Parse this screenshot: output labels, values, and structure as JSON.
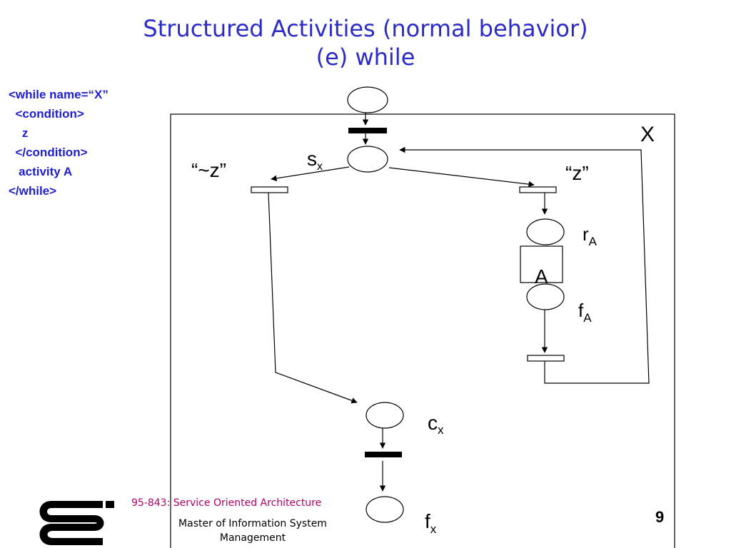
{
  "slide": {
    "title_line1": "Structured Activities (normal behavior)",
    "title_line2": "(e) while",
    "code_lines": [
      "<while name=“X”",
      "  <condition>",
      "    z",
      "  </condition>",
      "   activity A",
      "</while>"
    ],
    "footer_course": "95-843: Service Oriented Architecture",
    "footer_program": "Master of Information System Management",
    "page_number": "9"
  },
  "diagram": {
    "scope_label": "X",
    "not_z_label": "“~z”",
    "z_label": "“z”",
    "activity_label": "A",
    "places": [
      {
        "id": "sx",
        "base": "s",
        "sub": "x"
      },
      {
        "id": "rA",
        "base": "r",
        "sub": "A"
      },
      {
        "id": "fA",
        "base": "f",
        "sub": "A"
      },
      {
        "id": "cx",
        "base": "c",
        "sub": "x"
      },
      {
        "id": "fx",
        "base": "f",
        "sub": "x"
      }
    ]
  }
}
